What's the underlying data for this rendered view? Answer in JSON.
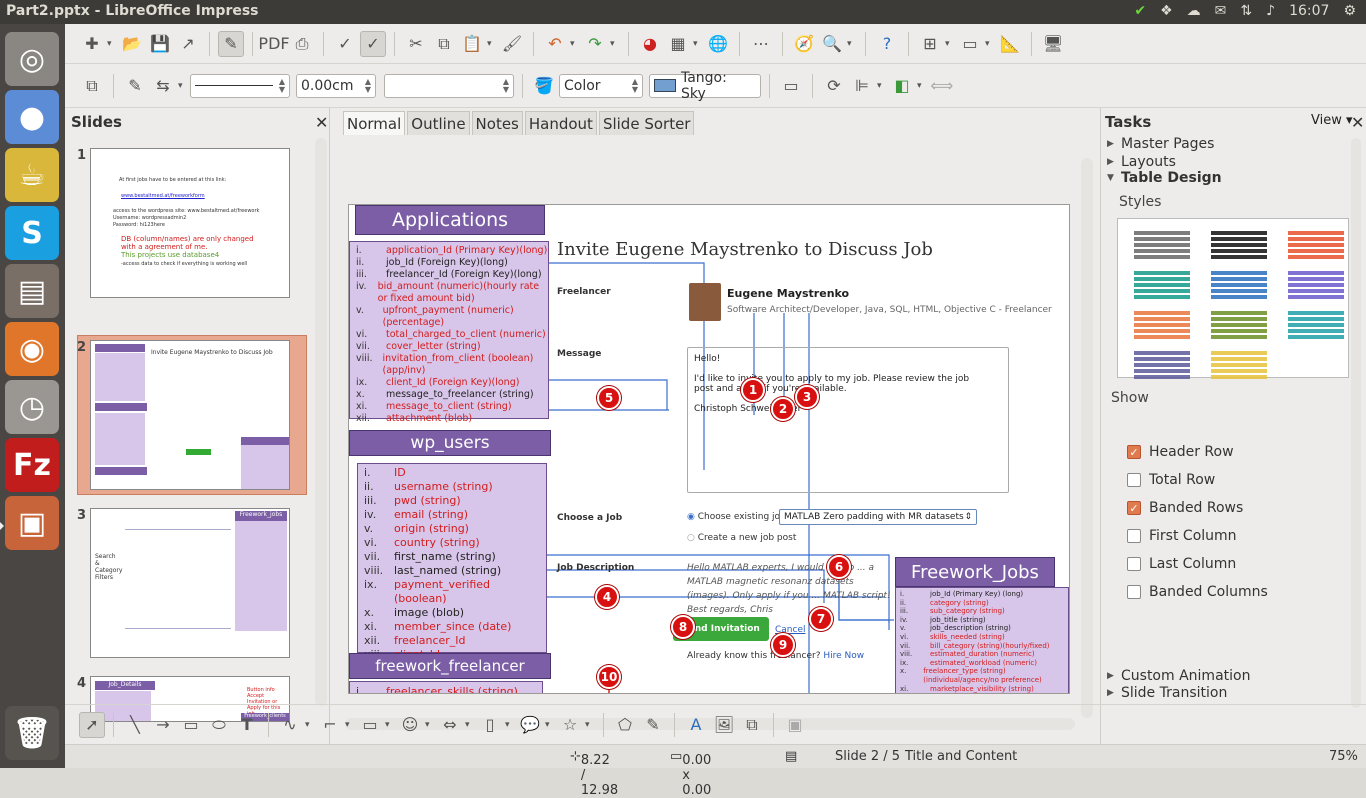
{
  "window": {
    "title": "Part2.pptx - LibreOffice Impress",
    "clock": "16:07"
  },
  "launcher": {
    "items": [
      "ubuntu-icon",
      "chrome-icon",
      "teapot-icon",
      "skype-icon",
      "files-icon",
      "firefox-icon",
      "clock-icon",
      "filezilla-icon",
      "impress-icon",
      "trash-icon"
    ]
  },
  "toolbar2": {
    "line_field": "",
    "line_width": "0.00cm",
    "color_mode": "Color",
    "color_name": "Tango: Sky"
  },
  "slides_panel": {
    "title": "Slides",
    "numbers": [
      "1",
      "2",
      "3",
      "4"
    ],
    "thumb1": {
      "line1": "At first jobs have to be entered at this link:",
      "link1": "www.bestaltmed.at/freeworkform",
      "wp": "access to the wordpress site: www.bestaltmed.at/freework",
      "user": "Username: wordpressadmin2",
      "pass": "Password: hi123here",
      "db": "DB (column/names) are only changed with a agreement of me.",
      "proj": "This projects use database4",
      "dash": "-access data to check if everything is working well"
    },
    "thumb3": {
      "label": "Search & Category Filters",
      "hdr": "Freework_jobs"
    },
    "thumb4": {
      "hdr": "Job_Details",
      "note": "Button info Accept Invitation or Apply for this job",
      "hdr2": "Freework_clients"
    }
  },
  "tabs": [
    "Normal",
    "Outline",
    "Notes",
    "Handout",
    "Slide Sorter"
  ],
  "slide": {
    "applications": {
      "header": "Applications",
      "items": [
        {
          "n": "i.",
          "t": "application_Id (Primary Key)(long)",
          "c": "red"
        },
        {
          "n": "ii.",
          "t": "job_Id (Foreign Key)(long)",
          "c": "blk"
        },
        {
          "n": "iii.",
          "t": "freelancer_Id (Foreign Key)(long)",
          "c": "blk"
        },
        {
          "n": "iv.",
          "t": "bid_amount (numeric)(hourly rate or fixed amount bid)",
          "c": "red"
        },
        {
          "n": "v.",
          "t": "upfront_payment (numeric)(percentage)",
          "c": "red"
        },
        {
          "n": "vi.",
          "t": "total_charged_to_client (numeric)",
          "c": "red"
        },
        {
          "n": "vii.",
          "t": "cover_letter (string)",
          "c": "red"
        },
        {
          "n": "viii.",
          "t": "invitation_from_client (boolean)(app/inv)",
          "c": "red"
        },
        {
          "n": "ix.",
          "t": "client_Id (Foreign Key)(long)",
          "c": "red"
        },
        {
          "n": "x.",
          "t": "message_to_freelancer (string)",
          "c": "blk"
        },
        {
          "n": "xi.",
          "t": "message_to_client (string)",
          "c": "red"
        },
        {
          "n": "xii.",
          "t": "attachment (blob)",
          "c": "red"
        }
      ]
    },
    "wp_users": {
      "header": "wp_users",
      "items": [
        {
          "n": "i.",
          "t": "ID",
          "c": "red"
        },
        {
          "n": "ii.",
          "t": "username (string)",
          "c": "red"
        },
        {
          "n": "iii.",
          "t": "pwd (string)",
          "c": "red"
        },
        {
          "n": "iv.",
          "t": "email (string)",
          "c": "red"
        },
        {
          "n": "v.",
          "t": "origin (string)",
          "c": "red"
        },
        {
          "n": "vi.",
          "t": "country (string)",
          "c": "red"
        },
        {
          "n": "vii.",
          "t": "first_name (string)",
          "c": "blk"
        },
        {
          "n": "viii.",
          "t": "last_named (string)",
          "c": "blk"
        },
        {
          "n": "ix.",
          "t": "payment_verified (boolean)",
          "c": "red"
        },
        {
          "n": "x.",
          "t": "image (blob)",
          "c": "blk"
        },
        {
          "n": "xi.",
          "t": "member_since (date)",
          "c": "red"
        },
        {
          "n": "xii.",
          "t": "freelancer_Id",
          "c": "red"
        },
        {
          "n": "xiii.",
          "t": "client_Id",
          "c": "red"
        }
      ]
    },
    "freework_freelancer": {
      "header": "freework_freelancer",
      "items": [
        {
          "n": "i.",
          "t": "freelancer_skills (string)",
          "c": "red"
        }
      ]
    },
    "freework_jobs": {
      "header": "Freework_Jobs",
      "items": [
        {
          "n": "i.",
          "t": "job_Id (Primary Key) (long)",
          "c": "blk"
        },
        {
          "n": "ii.",
          "t": "category (string)",
          "c": "red"
        },
        {
          "n": "iii.",
          "t": "sub_category (string)",
          "c": "red"
        },
        {
          "n": "iv.",
          "t": "job_title (string)",
          "c": "blk"
        },
        {
          "n": "v.",
          "t": "job_description (string)",
          "c": "blk"
        },
        {
          "n": "vi.",
          "t": "skills_needed (string)",
          "c": "red"
        },
        {
          "n": "vii.",
          "t": "bill_category (string)(hourly/fixed)",
          "c": "red"
        },
        {
          "n": "viii.",
          "t": "estimated_duration (numeric)",
          "c": "red"
        },
        {
          "n": "ix.",
          "t": "estimated_workload (numeric)",
          "c": "red"
        },
        {
          "n": "x.",
          "t": "freelancer_type (string)(individual/agency/no preference)",
          "c": "red"
        },
        {
          "n": "xi.",
          "t": "marketplace_visibility (string)",
          "c": "red"
        }
      ]
    },
    "invite": {
      "title": "Invite Eugene Maystrenko to Discuss Job",
      "freelancer_label": "Freelancer",
      "name": "Eugene Maystrenko",
      "role": "Software Architect/Developer, Java, SQL, HTML, Objective C - Freelancer",
      "message_label": "Message",
      "msg1": "Hello!",
      "msg2": "I'd like to invite you to apply to my job. Please review the job post and apply if you're available.",
      "msg3": "Christoph Schweighofer",
      "choose_label": "Choose a Job",
      "opt1": "Choose existing job",
      "select": "MATLAB Zero padding with MR datasets",
      "opt2": "Create a new job post",
      "desc_label": "Job Description",
      "desc": "Hello MATLAB experts,  I would like to ... a MATLAB magnetic resonanz datasets (images). Only apply if you ... MATLAB script! Best regards, Chris",
      "send": "Send Invitation",
      "cancel": "Cancel",
      "already": "Already know this freelancer?",
      "hire": "Hire Now"
    },
    "badges": [
      "1",
      "2",
      "3",
      "4",
      "5",
      "6",
      "7",
      "8",
      "9",
      "10"
    ]
  },
  "tasks": {
    "title": "Tasks",
    "view": "View",
    "sections_top": [
      "Master Pages",
      "Layouts",
      "Table Design"
    ],
    "styles_label": "Styles",
    "show_label": "Show",
    "options": [
      {
        "label": "Header Row",
        "checked": true
      },
      {
        "label": "Total Row",
        "checked": false
      },
      {
        "label": "Banded Rows",
        "checked": true
      },
      {
        "label": "First Column",
        "checked": false
      },
      {
        "label": "Last Column",
        "checked": false
      },
      {
        "label": "Banded Columns",
        "checked": false
      }
    ],
    "sections_bottom": [
      "Custom Animation",
      "Slide Transition"
    ],
    "swatch_colors": [
      "#666666",
      "#111111",
      "#e8502b",
      "#139a8a",
      "#2a6fbe",
      "#6a5acd",
      "#e8743b",
      "#6b8e23",
      "#20a0a8",
      "#5a5a9a",
      "#e8c23b"
    ]
  },
  "status": {
    "position": "8.22 / 12.98",
    "size": "0.00 x 0.00",
    "slide": "Slide 2 / 5",
    "layout": "Title and Content",
    "zoom": "75%"
  }
}
